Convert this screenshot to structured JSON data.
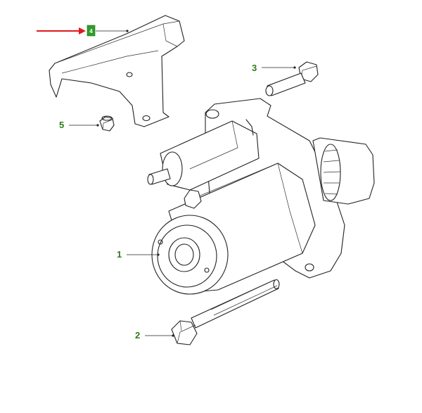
{
  "callouts": [
    {
      "label": "1"
    },
    {
      "label": "2"
    },
    {
      "label": "3"
    },
    {
      "label": "5"
    }
  ],
  "highlight_badge": {
    "label": "4"
  },
  "colors": {
    "callout_text": "#2e7d1a",
    "badge_fill": "#2e9d2a",
    "arrow": "#e0191e",
    "line": "#222222"
  }
}
